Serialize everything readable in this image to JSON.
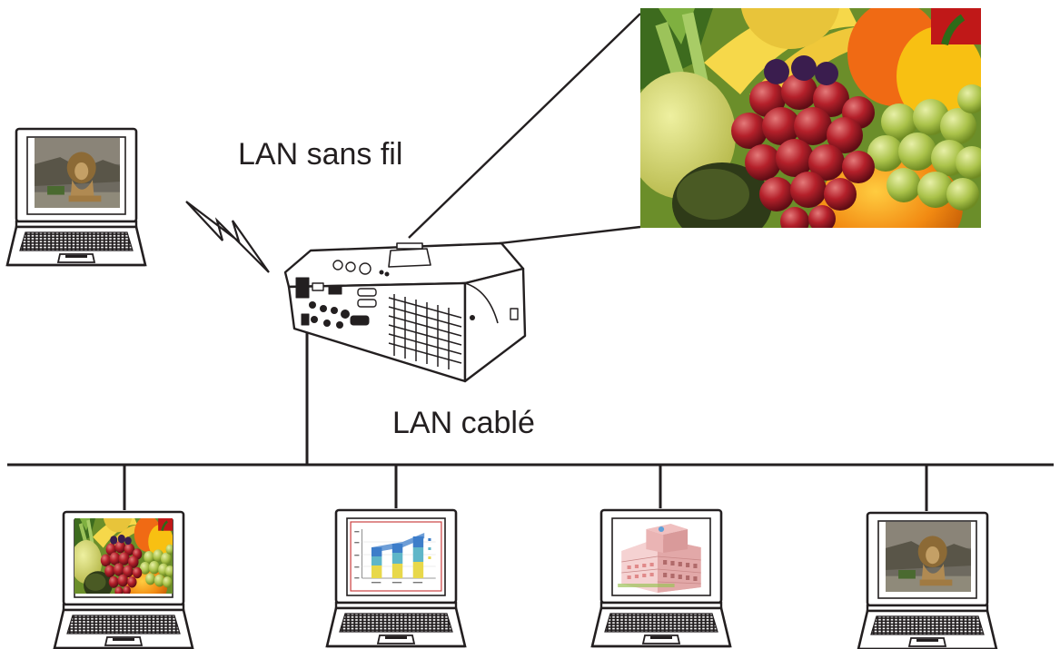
{
  "labels": {
    "wireless_lan": "LAN sans fil",
    "wired_lan": "LAN cablé"
  },
  "icons": {
    "projector": "projector-icon",
    "laptop": "laptop-icon",
    "wireless": "lightning-icon"
  },
  "laptops": {
    "wireless": "lion-photo",
    "wired": [
      "fruit-photo",
      "bar-chart",
      "building-3d",
      "lion-photo"
    ]
  },
  "colors": {
    "line": "#231f20",
    "bar_series_1": "#e8d84a",
    "bar_series_2": "#5fb6c8",
    "bar_series_3": "#3d7ec9"
  }
}
